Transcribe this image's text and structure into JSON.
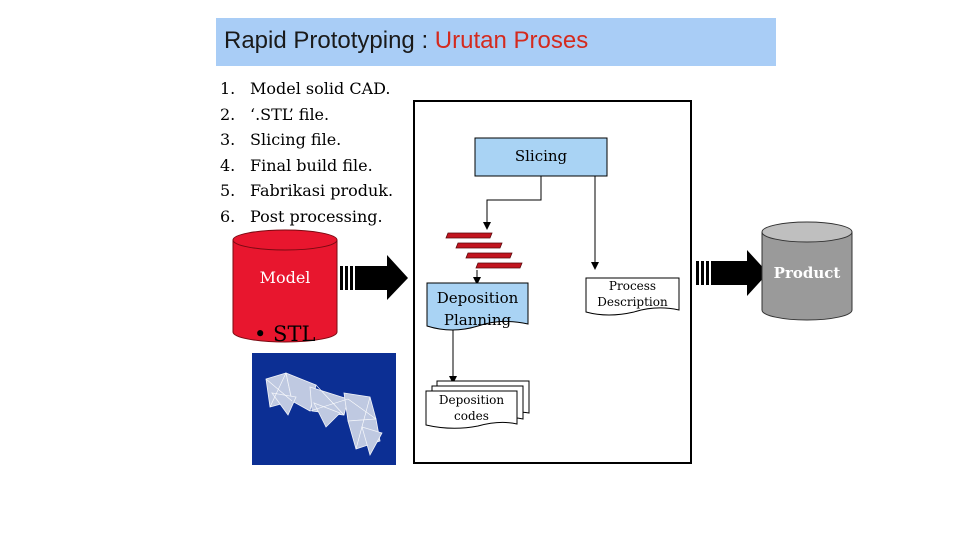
{
  "title": {
    "main": "Rapid Prototyping : ",
    "highlight": "Urutan Proses"
  },
  "steps": [
    {
      "num": "1.",
      "text": "Model solid CAD."
    },
    {
      "num": "2.",
      "text": "‘.STL’ file."
    },
    {
      "num": "3.",
      "text": "Slicing file."
    },
    {
      "num": "4.",
      "text": "Final build file."
    },
    {
      "num": "5.",
      "text": "Fabrikasi produk."
    },
    {
      "num": "6.",
      "text": "Post processing."
    }
  ],
  "diagram": {
    "model_label": "Model",
    "stl_label": "• STL",
    "slicing_label": "Slicing",
    "deposition_planning_label": [
      "Deposition",
      "Planning"
    ],
    "deposition_codes_label": [
      "Deposition",
      "codes"
    ],
    "process_description_label": [
      "Process",
      "Description"
    ],
    "product_label": "Product"
  },
  "colors": {
    "title_bar": "#a9cdf6",
    "title_highlight": "#d42a1e",
    "model_cylinder": "#e8162e",
    "box_fill": "#a9d3f4",
    "slice_fill": "#c2151f",
    "product_cylinder": "#9a9a9a",
    "stl_background": "#0c2f94"
  }
}
